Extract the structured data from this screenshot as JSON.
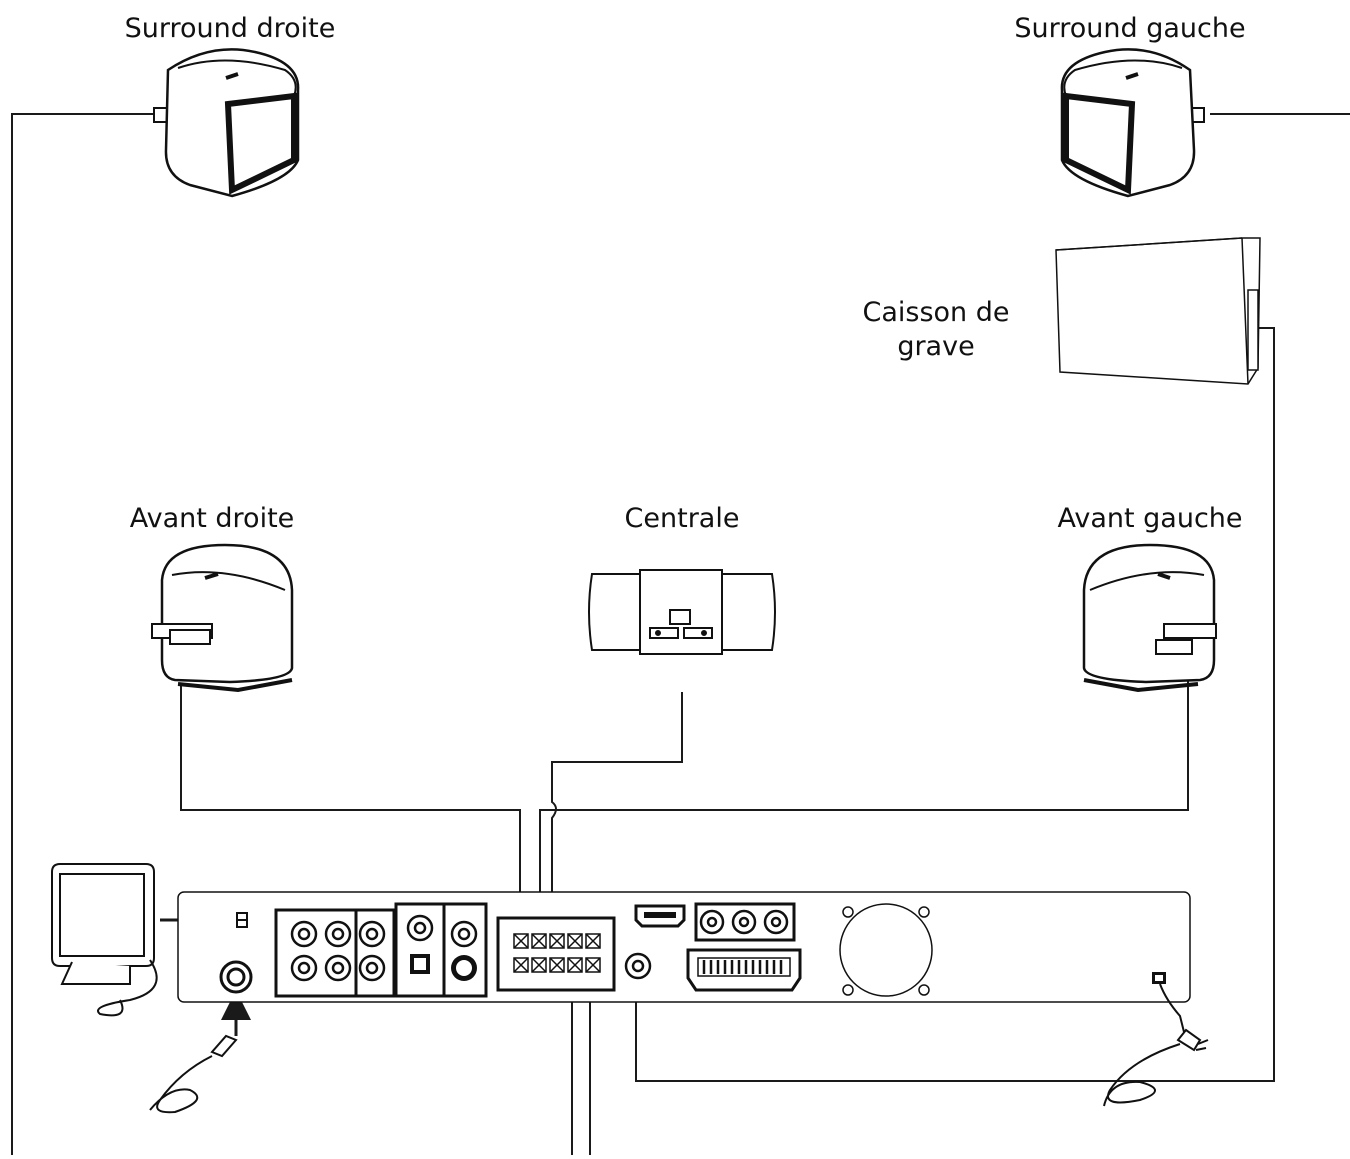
{
  "labels": {
    "surround_right": "Surround droite",
    "surround_left": "Surround gauche",
    "subwoofer": "Caisson de grave",
    "front_right": "Avant droite",
    "center": "Centrale",
    "front_left": "Avant gauche"
  },
  "colors": {
    "line": "#1a1a1a",
    "speaker_fill": "#ffffff",
    "speaker_dark": "#111111",
    "background": "#ffffff"
  },
  "icons": {
    "speaker": "speaker-icon",
    "subwoofer": "subwoofer-box-icon",
    "antenna": "am-loop-antenna-icon",
    "fm_antenna": "fm-wire-antenna-icon",
    "receiver": "receiver-back-panel-icon",
    "power": "power-cord-icon",
    "arrow": "arrow-right-icon"
  }
}
